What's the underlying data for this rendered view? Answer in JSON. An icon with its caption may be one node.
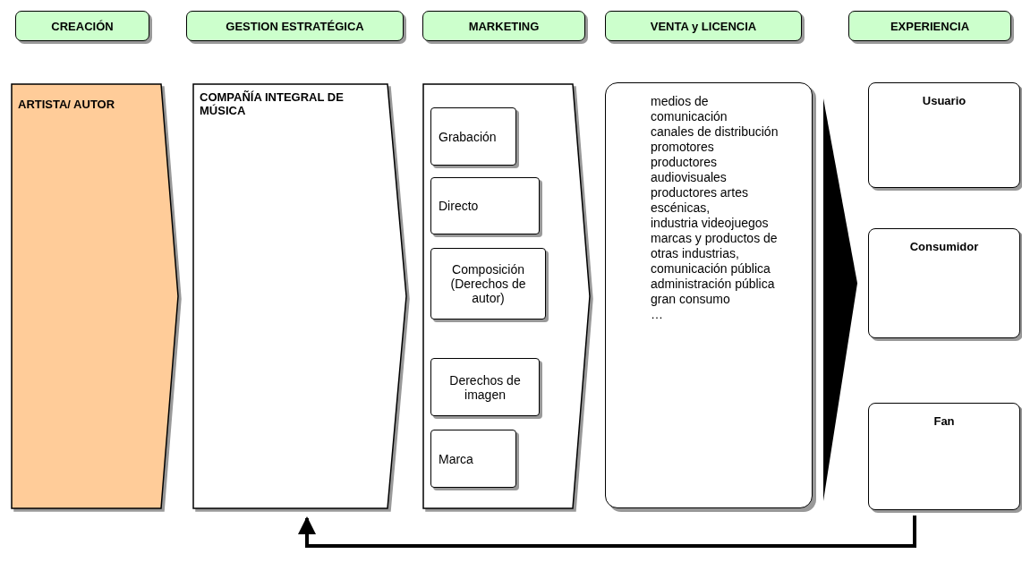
{
  "diagram": {
    "nodes": [
      {
        "text": [
          "CREACIÓN"
        ]
      },
      {
        "text": [
          "GESTION ESTRATÉGICA"
        ]
      },
      {
        "text": [
          "MARKETING"
        ]
      },
      {
        "text": [
          "VENTA y LICENCIA"
        ]
      },
      {
        "text": [
          "EXPERIENCIA"
        ]
      },
      {
        "text": [
          "ARTISTA/ AUTOR"
        ]
      },
      {
        "text": [
          "COMPAÑÍA INTEGRAL DE MÚSICA"
        ]
      },
      {
        "text": [],
        "shape": "chevron"
      },
      {
        "text": [
          "Grabación"
        ],
        "in": 7
      },
      {
        "text": [
          "Directo"
        ],
        "in": 7
      },
      {
        "text": [
          "Composición (Derechos de autor)"
        ],
        "in": 7
      },
      {
        "text": [
          "Derechos de imagen"
        ],
        "in": 7
      },
      {
        "text": [
          "Marca"
        ],
        "in": 7
      },
      {
        "text": [
          "medios de comunicación",
          "canales de distribución",
          "promotores",
          "productores audiovisuales",
          "productores artes escénicas,",
          "industria videojuegos",
          "marcas y productos de otras industrias,",
          "comunicación pública",
          "administración pública",
          "gran consumo",
          "…"
        ]
      },
      {
        "text": [
          "Usuario"
        ]
      },
      {
        "text": [
          "Consumidor"
        ]
      },
      {
        "text": [
          "Fan"
        ]
      }
    ],
    "edges": [
      {
        "from": 13,
        "to": 15,
        "arrow": "to"
      },
      {
        "from": 16,
        "to": 6,
        "arrow": "to"
      }
    ]
  }
}
